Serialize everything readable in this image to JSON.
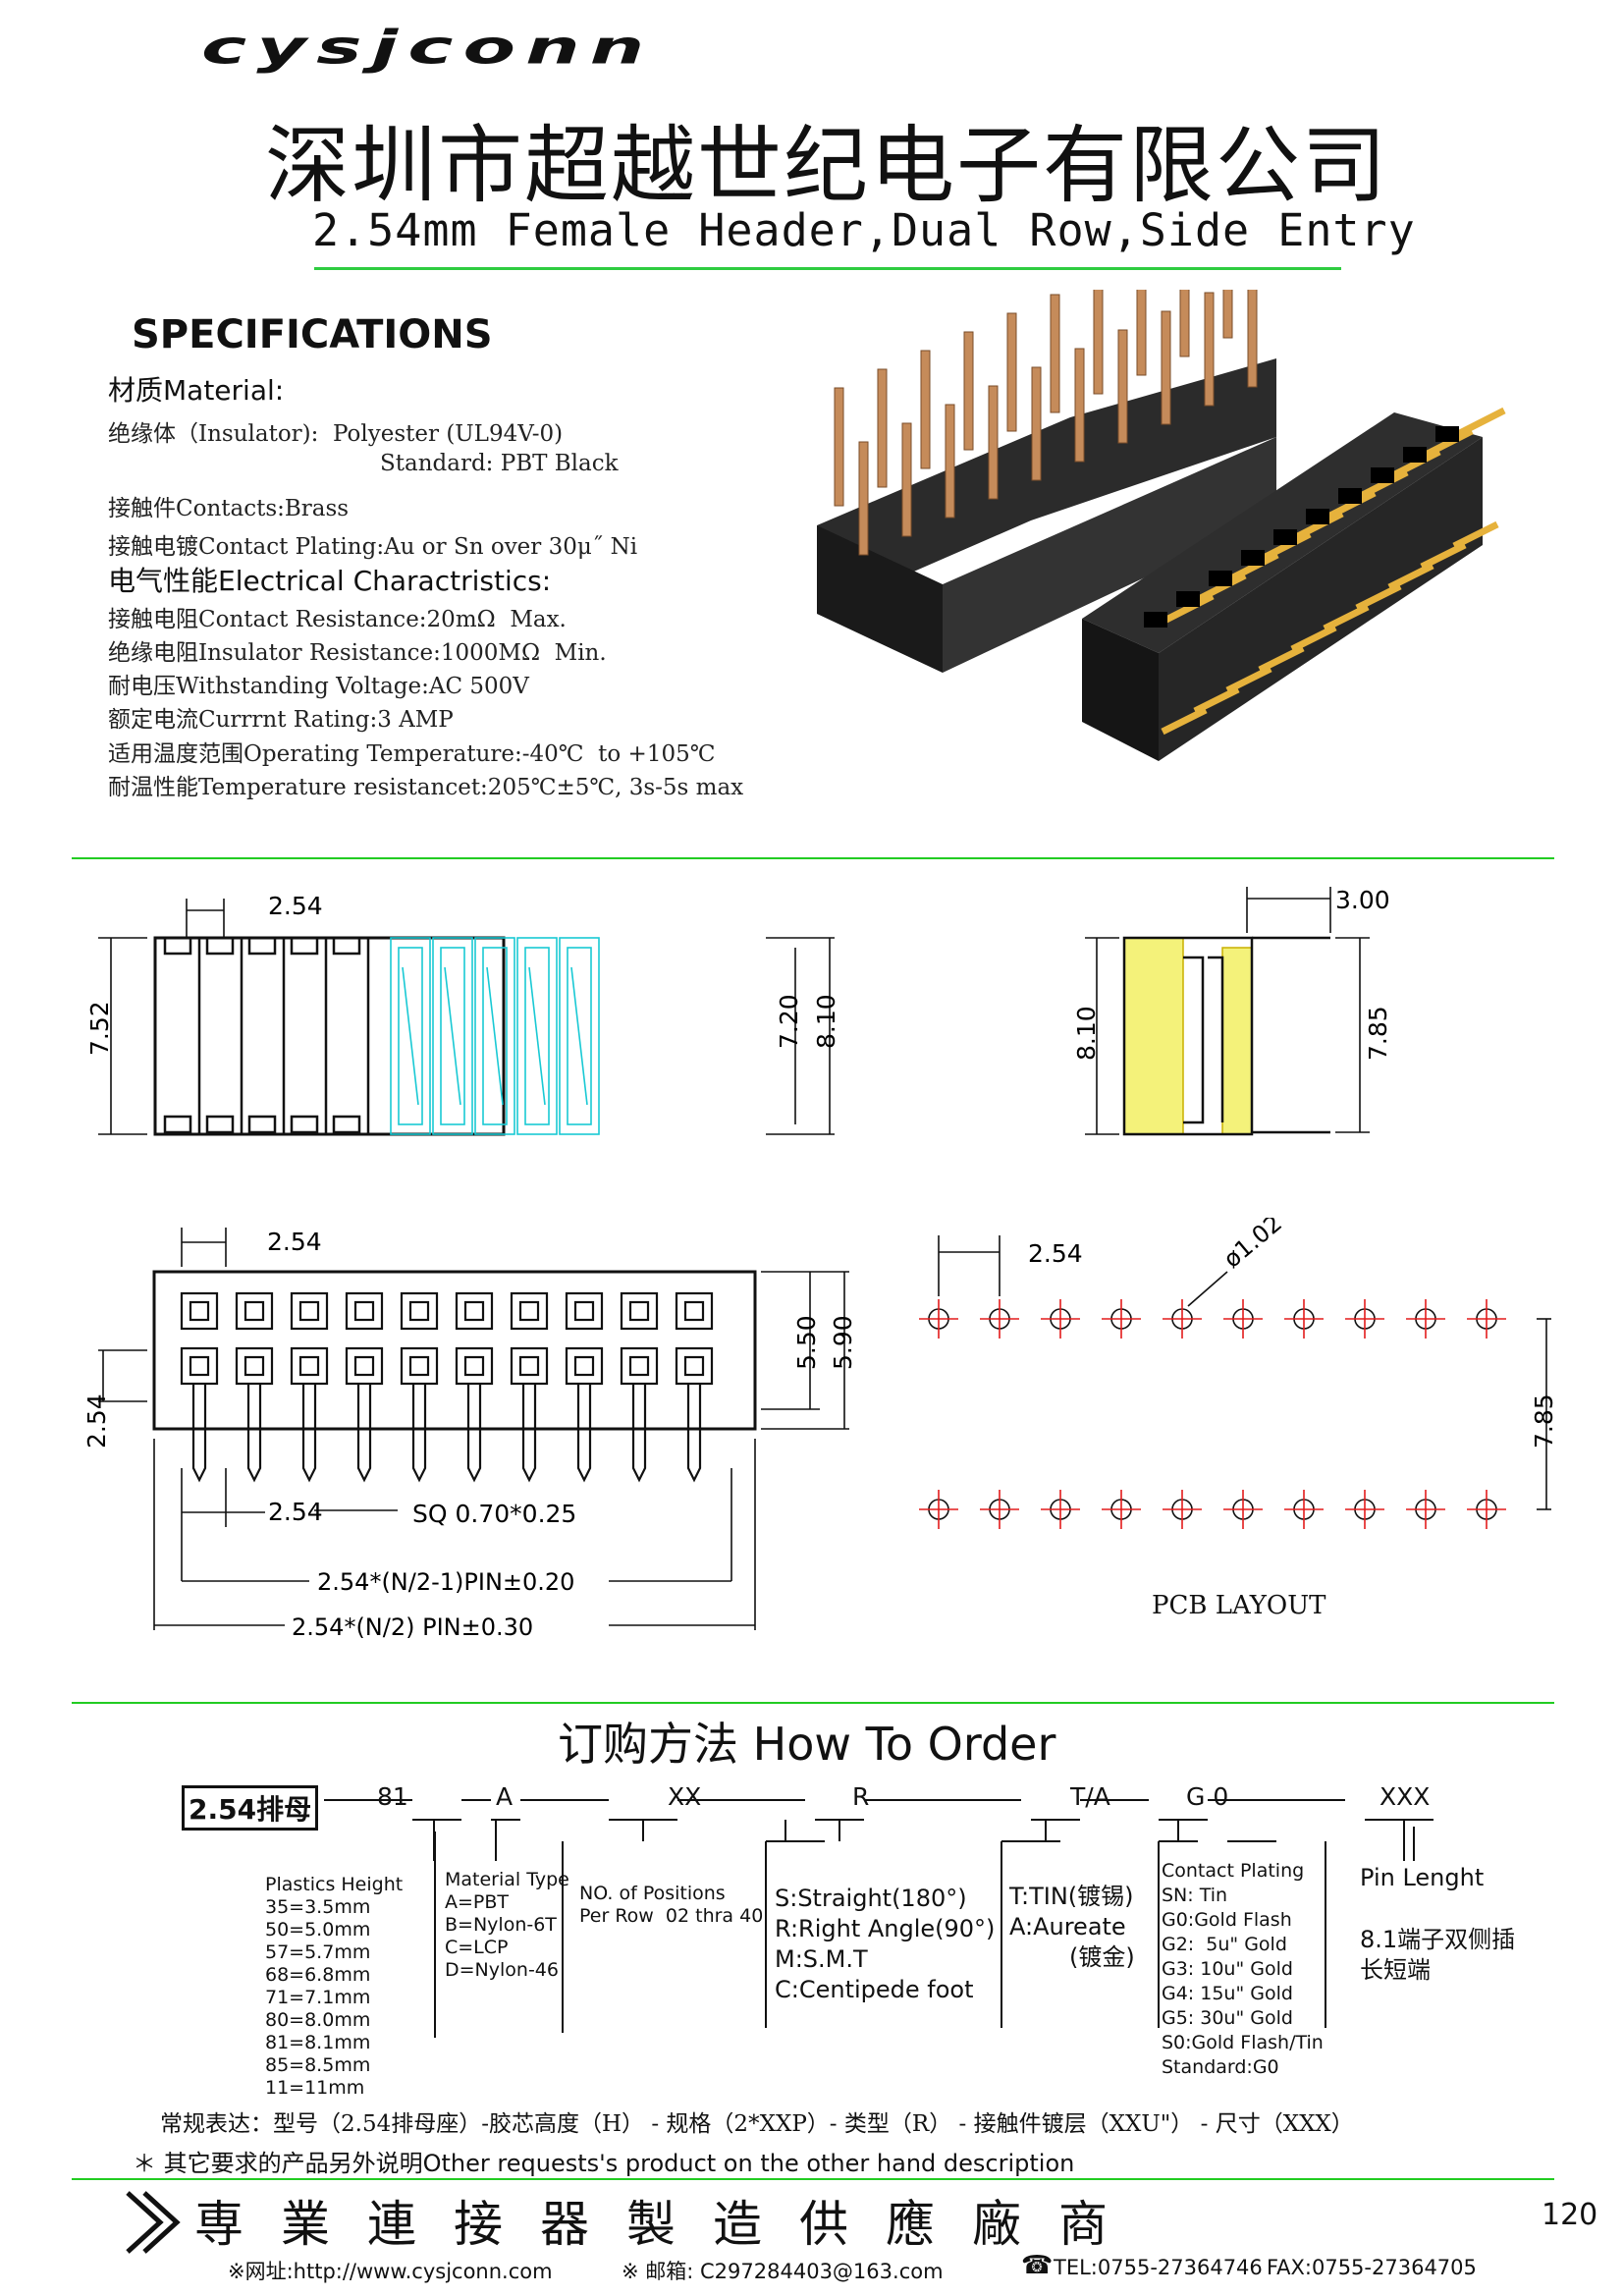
{
  "header": {
    "logo": "cysjconn",
    "company_cn": "深圳市超越世纪电子有限公司",
    "subtitle": "2.54mm Female Header,Dual Row,Side Entry"
  },
  "specs": {
    "heading": "SPECIFICATIONS",
    "material_title": "材质Material:",
    "insulator": "绝缘体（Insulator):  Polyester (UL94V-0)",
    "standard": "Standard: PBT Black",
    "contacts": "接触件Contacts:Brass",
    "plating": "接触电镀Contact Plating:Au or Sn over 30μ˝ Ni",
    "electrical_title": "电气性能Electrical Charactristics:",
    "contact_resistance": "接触电阻Contact Resistance:20mΩ  Max.",
    "insulator_resistance": "绝缘电阻Insulator Resistance:1000MΩ  Min.",
    "voltage": "耐电压Withstanding Voltage:AC 500V",
    "current": "额定电流Currrnt Rating:3 AMP",
    "temperature": "适用温度范围Operating Temperature:-40℃  to +105℃",
    "temp_resist": "耐温性能Temperature resistancet:205℃±5℃, 3s-5s max"
  },
  "drawings": {
    "top_view": {
      "pitch": "2.54",
      "height_left": "7.52",
      "inner": "7.20",
      "outer": "8.10"
    },
    "side_view": {
      "offset": "3.00",
      "height_left": "8.10",
      "height_right": "7.85"
    },
    "front_view": {
      "pitch_top": "2.54",
      "row_pitch": "2.54",
      "pitch_bottom": "2.54",
      "pin_sq": "SQ  0.70*0.25",
      "body_h1": "5.50",
      "body_h2": "5.90",
      "dim1": "2.54*(N/2-1)PIN±0.20",
      "dim2": "2.54*(N/2) PIN±0.30"
    },
    "pcb": {
      "pitch": "2.54",
      "hole": "ø1.02",
      "row_spacing": "7.85",
      "label": "PCB LAYOUT"
    }
  },
  "order": {
    "heading": "订购方法  How To Order",
    "part_prefix": "2.54排母",
    "seg1": "81",
    "seg2": "A",
    "seg3": "XX",
    "seg4": "R",
    "seg5": "T/A",
    "seg6": "G 0",
    "seg7": "XXX",
    "plastic_height": "Plastics Height\n35=3.5mm\n50=5.0mm\n57=5.7mm\n68=6.8mm\n71=7.1mm\n80=8.0mm\n81=8.1mm\n85=8.5mm\n11=11mm",
    "material_type": "Material Type\nA=PBT\nB=Nylon-6T\nC=LCP\nD=Nylon-46",
    "positions": "NO. of Positions\nPer Row  02 thra 40",
    "type": "S:Straight(180°)\nR:Right Angle(90°)\nM:S.M.T\nC:Centipede foot",
    "tin": "T:TIN(镀锡)\nA:Aureate\n        (镀金)",
    "plating": "Contact Plating\nSN: Tin\nG0:Gold Flash\nG2:  5u\" Gold\nG3: 10u\" Gold\nG4: 15u\" Gold\nG5: 30u\" Gold\nS0:Gold Flash/Tin\nStandard:G0",
    "pin_length": "Pin Lenght",
    "pin_note": "8.1端子双侧插\n长短端",
    "normal_expr": "常规表达：型号（2.54排母座）-胶芯高度（H） - 规格（2*XXP）- 类型（R） - 接触件镀层（XXU\"） - 尺寸（XXX）",
    "other": "＊ 其它要求的产品另外说明Other requests's product on the other hand description"
  },
  "footer": {
    "slogan": "専業連接器製造供應廠商",
    "page": "120",
    "website": "※网址:http://www.cysjconn.com",
    "email": "※ 邮箱:  C297284403@163.com",
    "tel": "TEL:0755-27364746",
    "fax": "FAX:0755-27364705"
  }
}
